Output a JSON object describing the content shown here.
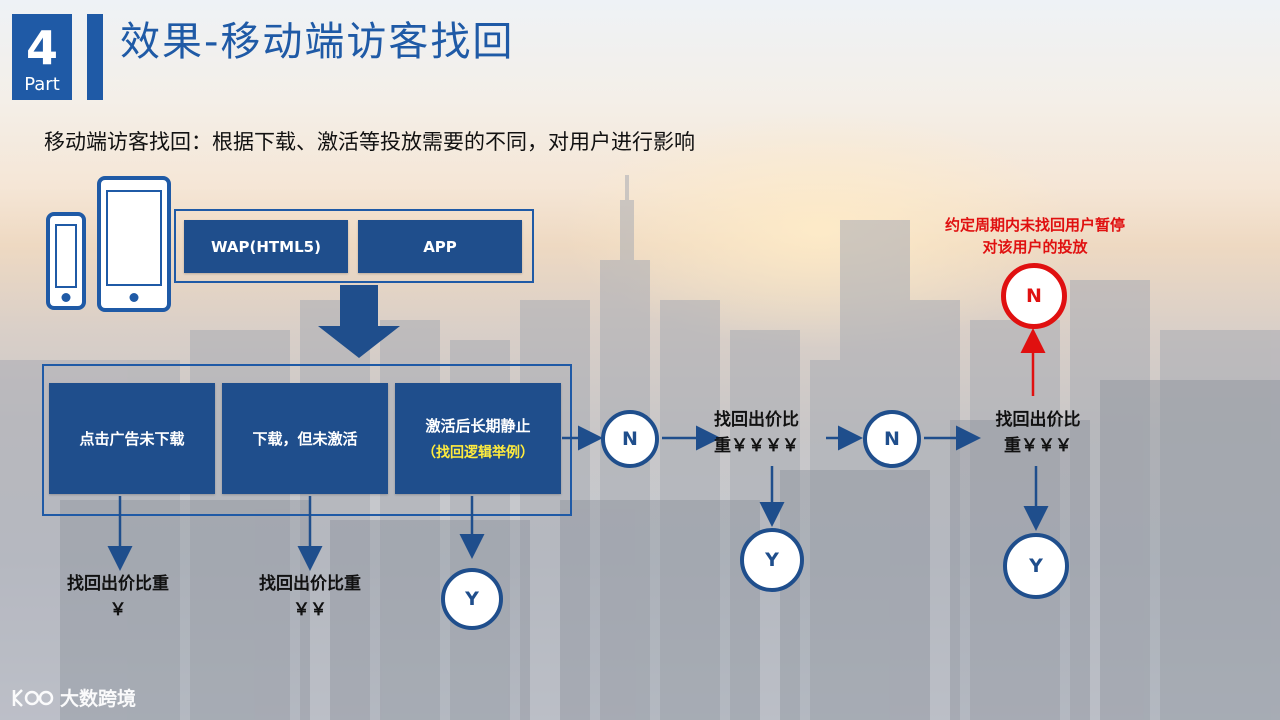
{
  "header": {
    "part_number": "4",
    "part_label": "Part",
    "title": "效果-移动端访客找回"
  },
  "subtitle": "移动端访客找回：根据下载、激活等投放需要的不同，对用户进行影响",
  "channels": [
    "WAP(HTML5)",
    "APP"
  ],
  "stages": {
    "stage1": "点击广告未下载",
    "stage2": "下载，但未激活",
    "stage3_line1": "激活后长期静止",
    "stage3_line2": "（找回逻辑举例）"
  },
  "results": {
    "r1_line1": "找回出价比重",
    "r1_line2": "￥",
    "r2_line1": "找回出价比重",
    "r2_line2": "￥￥",
    "r3_line1": "找回出价比",
    "r3_line2": "重￥￥￥￥",
    "r4_line1": "找回出价比",
    "r4_line2": "重￥￥￥"
  },
  "nodes": {
    "n1": "N",
    "n2": "N",
    "n3": "N",
    "y1": "Y",
    "y2": "Y",
    "y3": "Y"
  },
  "note": "约定周期内未找回用户暂停对该用户的投放",
  "logo": "大数跨境",
  "colors": {
    "primary": "#1f5aa6",
    "box": "#1f4e8c",
    "highlight": "#ffec3d",
    "alert": "#e01010"
  }
}
